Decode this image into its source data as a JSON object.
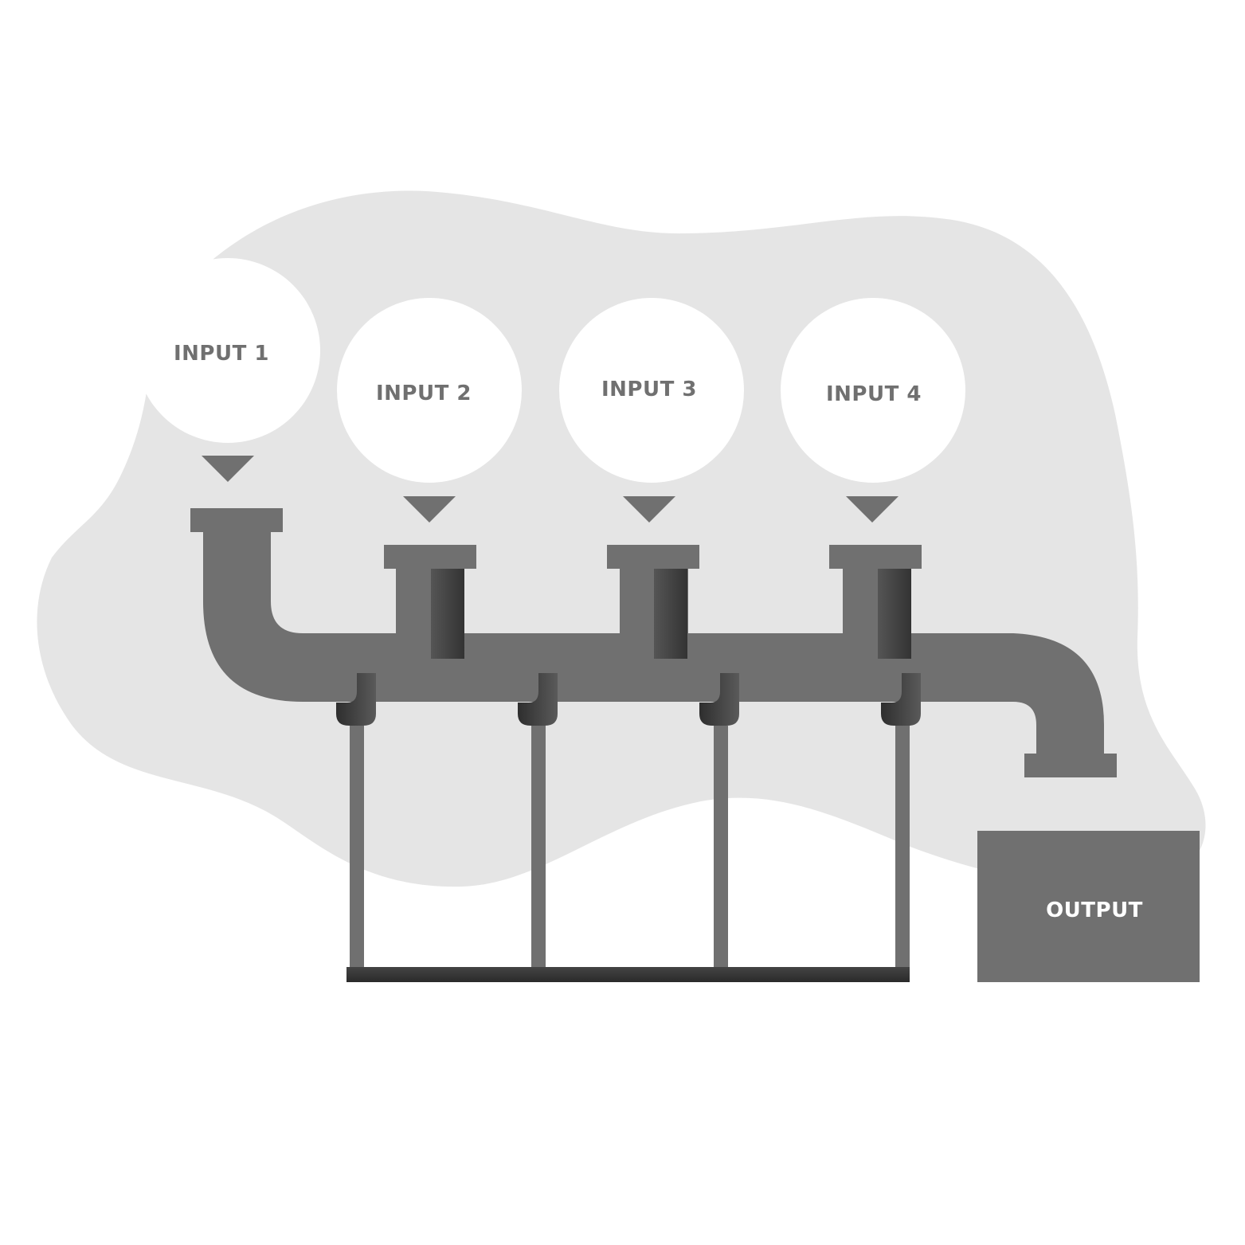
{
  "inputs": [
    {
      "label": "INPUT 1"
    },
    {
      "label": "INPUT 2"
    },
    {
      "label": "INPUT 3"
    },
    {
      "label": "INPUT 4"
    }
  ],
  "output": {
    "label": "OUTPUT"
  },
  "colors": {
    "background": "#ffffff",
    "blob": "#e5e5e5",
    "pipe": "#707070",
    "pipe_dark": "#3a3a3a",
    "circle": "#ffffff",
    "input_text": "#707070",
    "output_text": "#ffffff"
  }
}
